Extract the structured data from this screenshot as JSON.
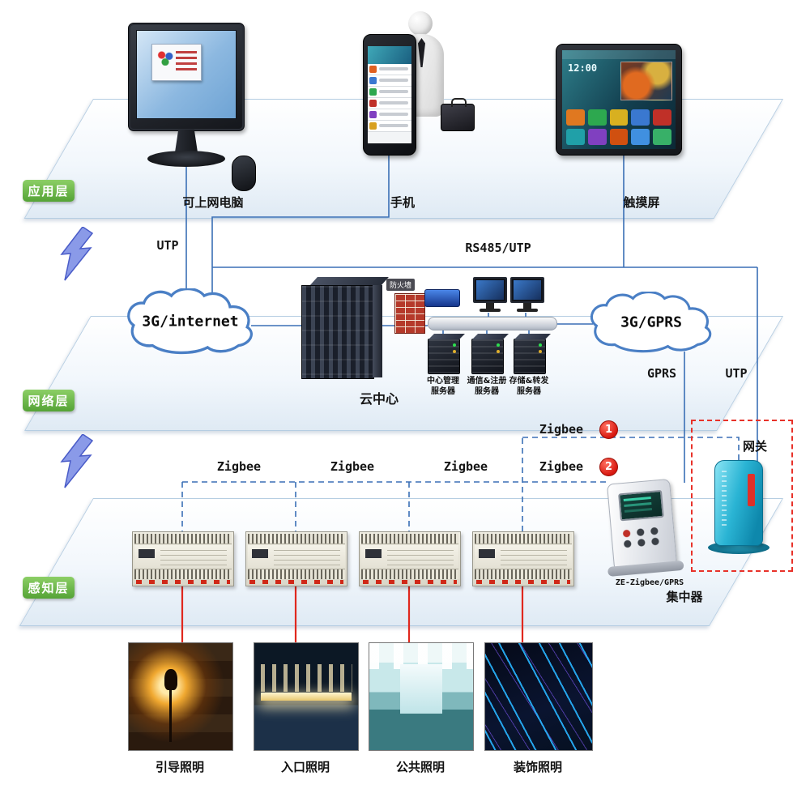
{
  "colors": {
    "layer_badge_green": "#6ab048",
    "wire_blue": "#3a6fb5",
    "wire_red": "#e0281e",
    "zigbee_badge_red": "#d81810",
    "gateway_box_red": "#e8322a",
    "cloud_stroke": "#4a7fc5"
  },
  "layers": {
    "application": "应用层",
    "network": "网络层",
    "perception": "感知层"
  },
  "application": {
    "pc_label": "可上网电脑",
    "phone_label": "手机",
    "touchscreen_label": "触摸屏",
    "touchscreen_clock": "12:00"
  },
  "links": {
    "utp_left": "UTP",
    "rs485_utp": "RS485/UTP",
    "gprs": "GPRS",
    "utp_right": "UTP",
    "zigbee_labels": [
      "Zigbee",
      "Zigbee",
      "Zigbee",
      "Zigbee",
      "Zigbee"
    ],
    "zigbee_badges": [
      "1",
      "2"
    ]
  },
  "network": {
    "cloud_left": "3G/internet",
    "cloud_right": "3G/GPRS",
    "cloud_center": "云中心",
    "firewall": "防火墙",
    "servers": [
      {
        "label": "中心管理\n服务器"
      },
      {
        "label": "通信&注册\n服务器"
      },
      {
        "label": "存储&转发\n服务器"
      }
    ]
  },
  "perception": {
    "concentrator": "集中器",
    "concentrator_model": "ZE-Zigbee/GPRS",
    "gateway": "网关"
  },
  "photos": [
    {
      "label": "引导照明"
    },
    {
      "label": "入口照明"
    },
    {
      "label": "公共照明"
    },
    {
      "label": "装饰照明"
    }
  ]
}
